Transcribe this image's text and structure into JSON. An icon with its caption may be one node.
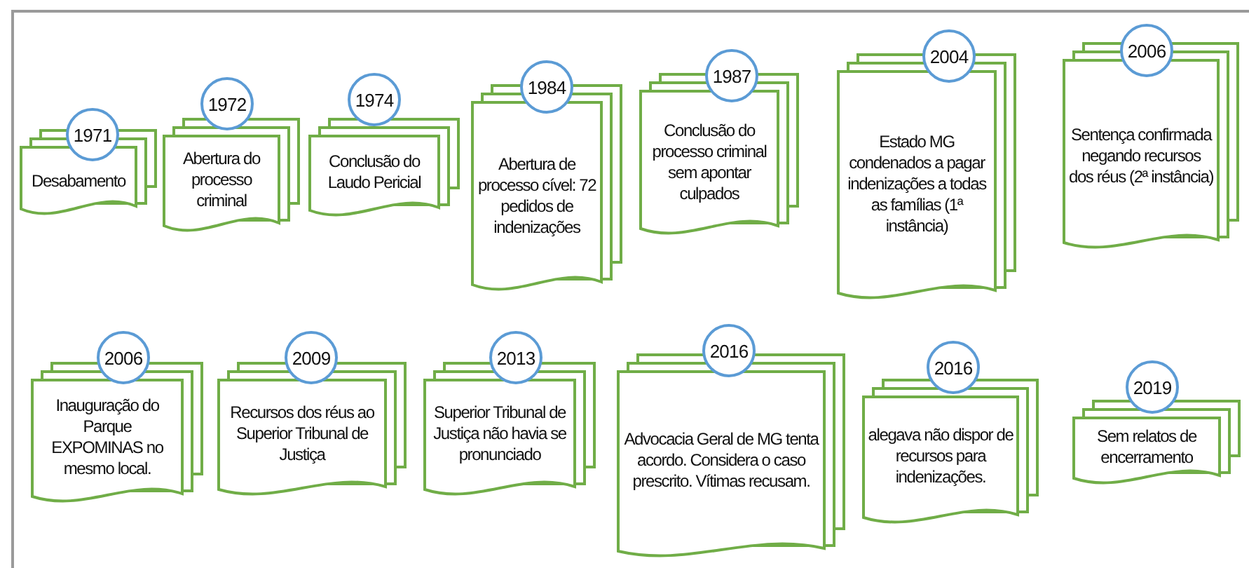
{
  "diagram": {
    "nodes": [
      {
        "text": [
          "1971",
          "Desabamento"
        ]
      },
      {
        "text": [
          "1972",
          "Abertura do processo criminal"
        ]
      },
      {
        "text": [
          "1974",
          "Conclusão do Laudo Pericial"
        ]
      },
      {
        "text": [
          "1984",
          "Abertura de processo cível: 72 pedidos de indenizações"
        ]
      },
      {
        "text": [
          "1987",
          "Conclusão do processo criminal sem apontar culpados"
        ]
      },
      {
        "text": [
          "2004",
          "Estado MG condenados a pagar indenizações a todas as famílias (1ª instância)"
        ]
      },
      {
        "text": [
          "2006",
          "Sentença confirmada negando recursos dos réus (2ª instância)"
        ]
      },
      {
        "text": [
          "2006",
          "Inauguração do Parque EXPOMINAS no mesmo local."
        ]
      },
      {
        "text": [
          "2009",
          "Recursos dos réus ao Superior Tribunal de Justiça"
        ]
      },
      {
        "text": [
          "2013",
          "Superior Tribunal de Justiça não havia se pronunciado"
        ]
      },
      {
        "text": [
          "2016",
          "Advocacia Geral de MG tenta acordo. Considera o caso prescrito. Vítimas recusam."
        ]
      },
      {
        "text": [
          "2016",
          "alegava não dispor de recursos para indenizações."
        ]
      },
      {
        "text": [
          "2019",
          "Sem relatos de encerramento"
        ]
      }
    ]
  }
}
